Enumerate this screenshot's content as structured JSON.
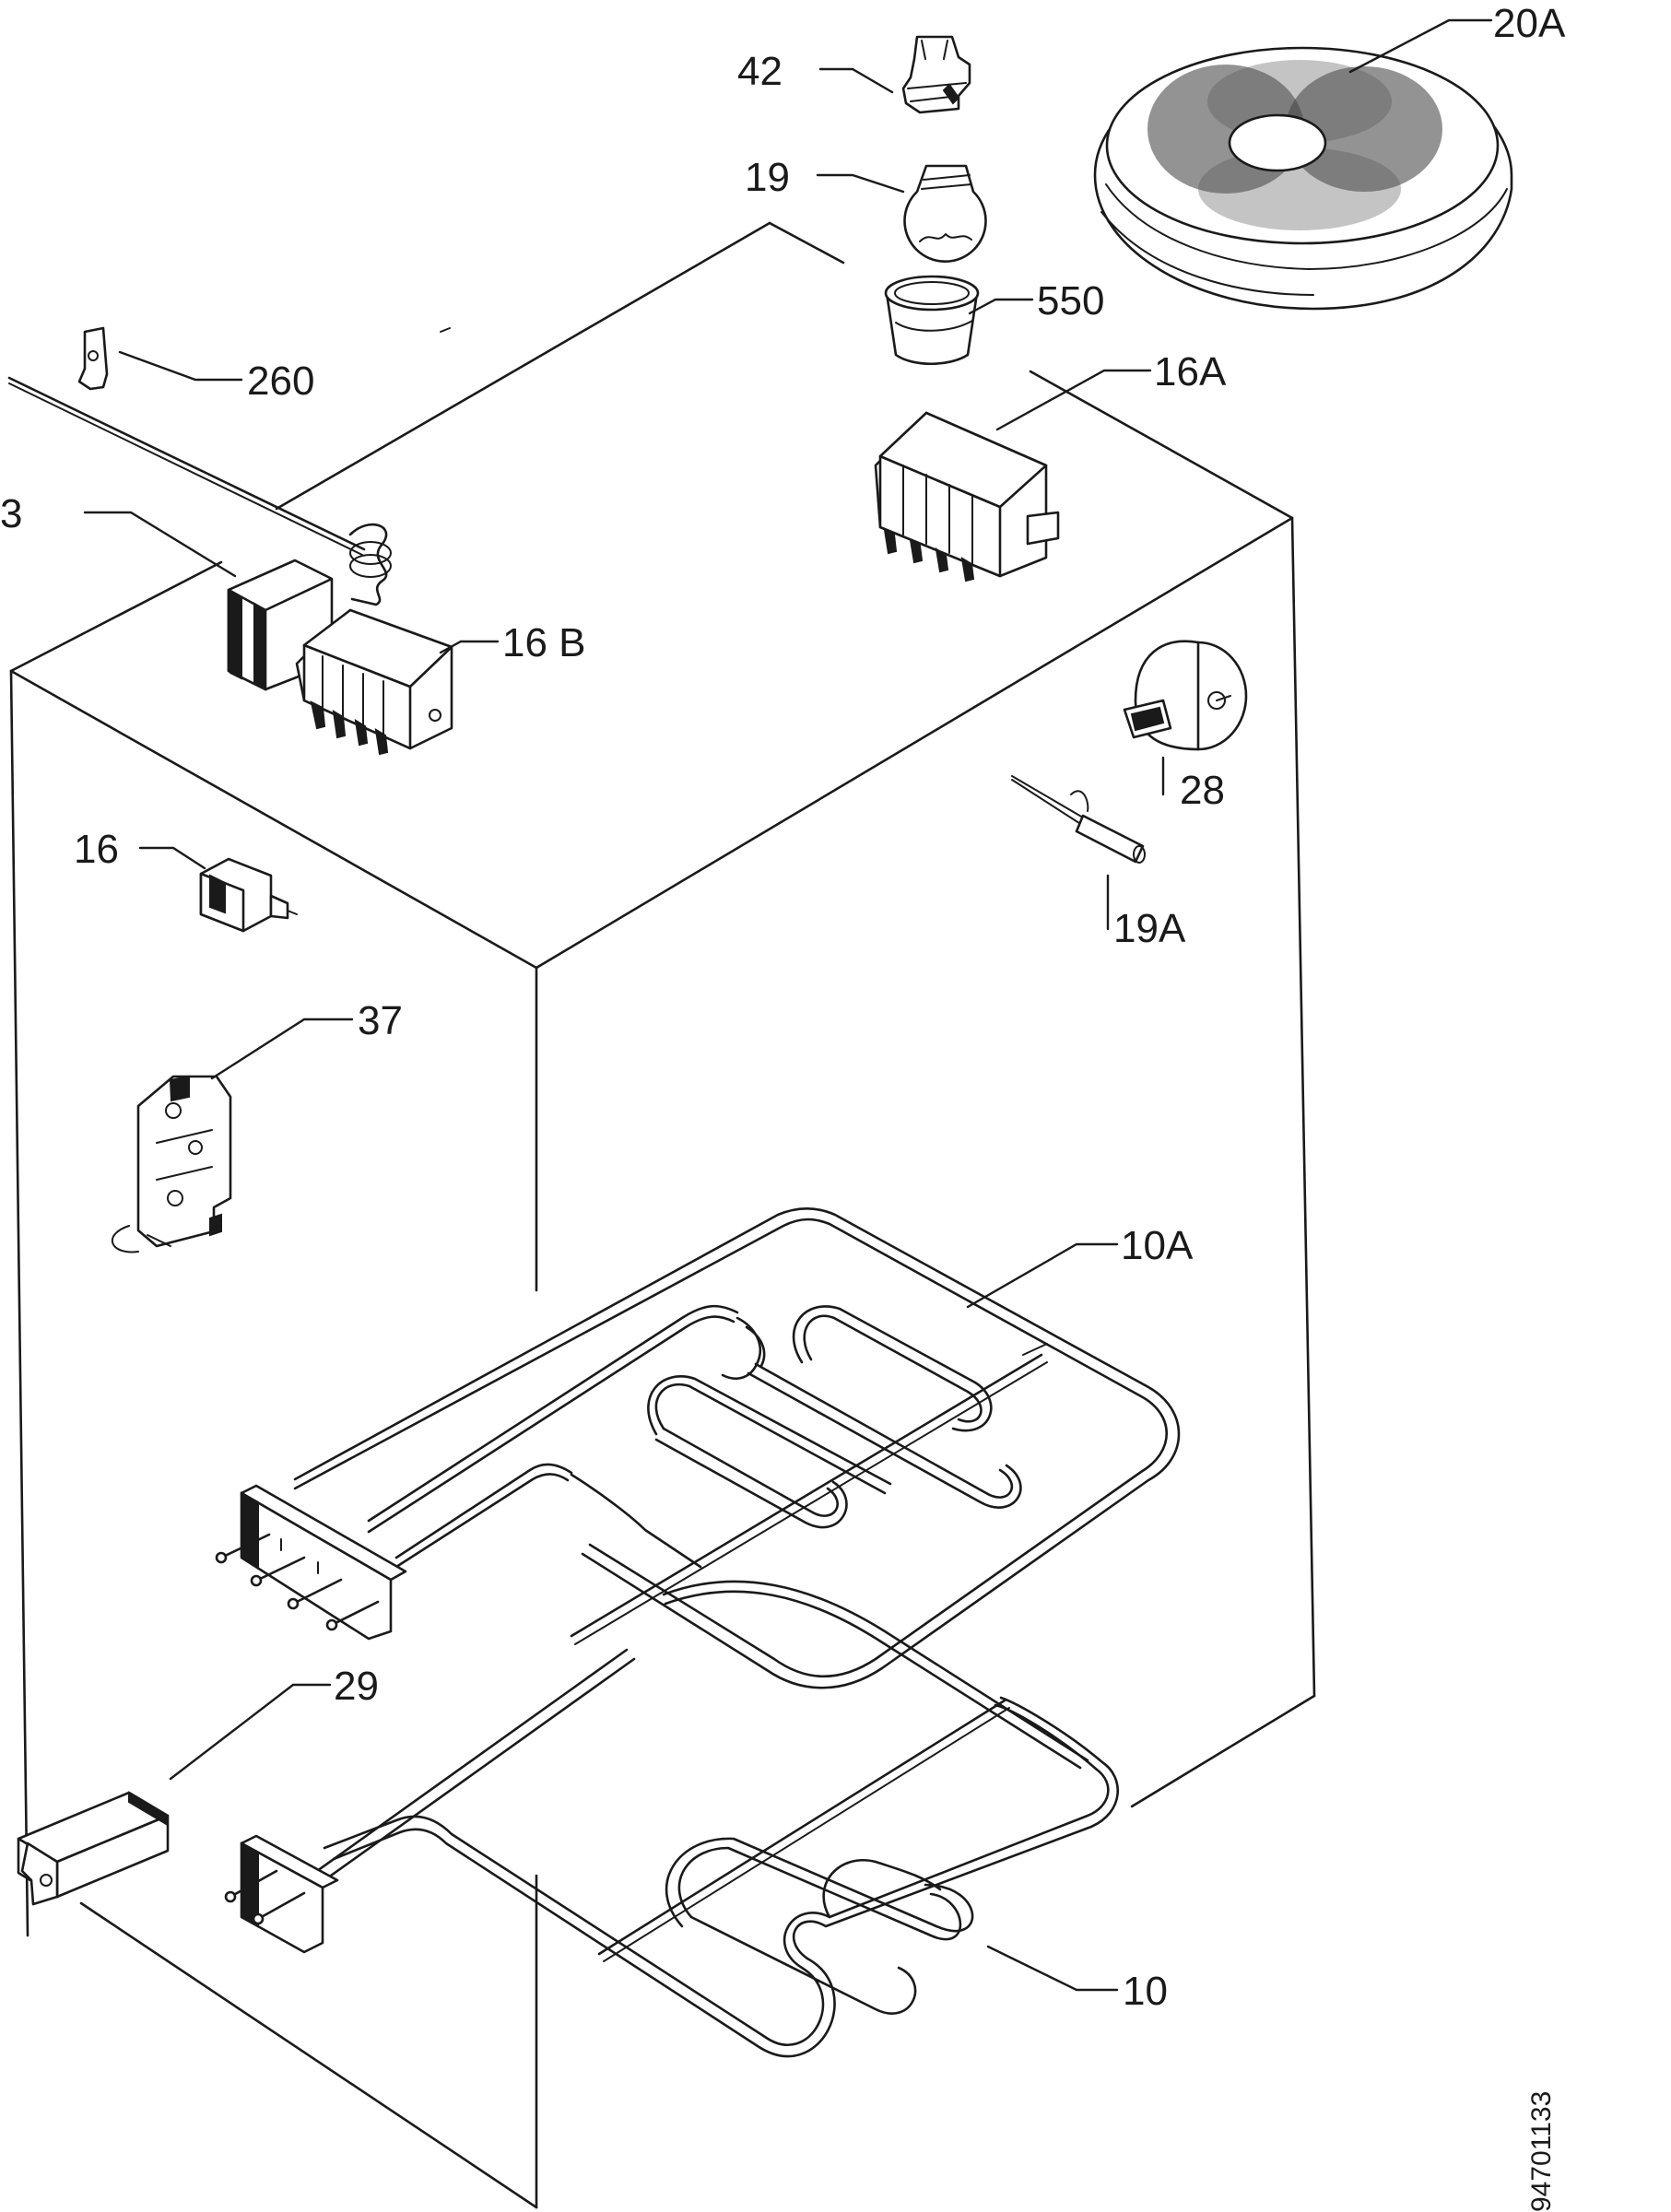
{
  "labels": {
    "p42": "42",
    "p20a": "20A",
    "p19": "19",
    "p550": "550",
    "p260": "260",
    "p16a": "16A",
    "p3": "3",
    "p16b": "16 B",
    "p28": "28",
    "p16": "16",
    "p19a": "19A",
    "p37": "37",
    "p10a": "10A",
    "p29": "29",
    "p10": "10"
  },
  "document_id": "94701133",
  "line_color": "#1a1a1a",
  "background": "#ffffff"
}
